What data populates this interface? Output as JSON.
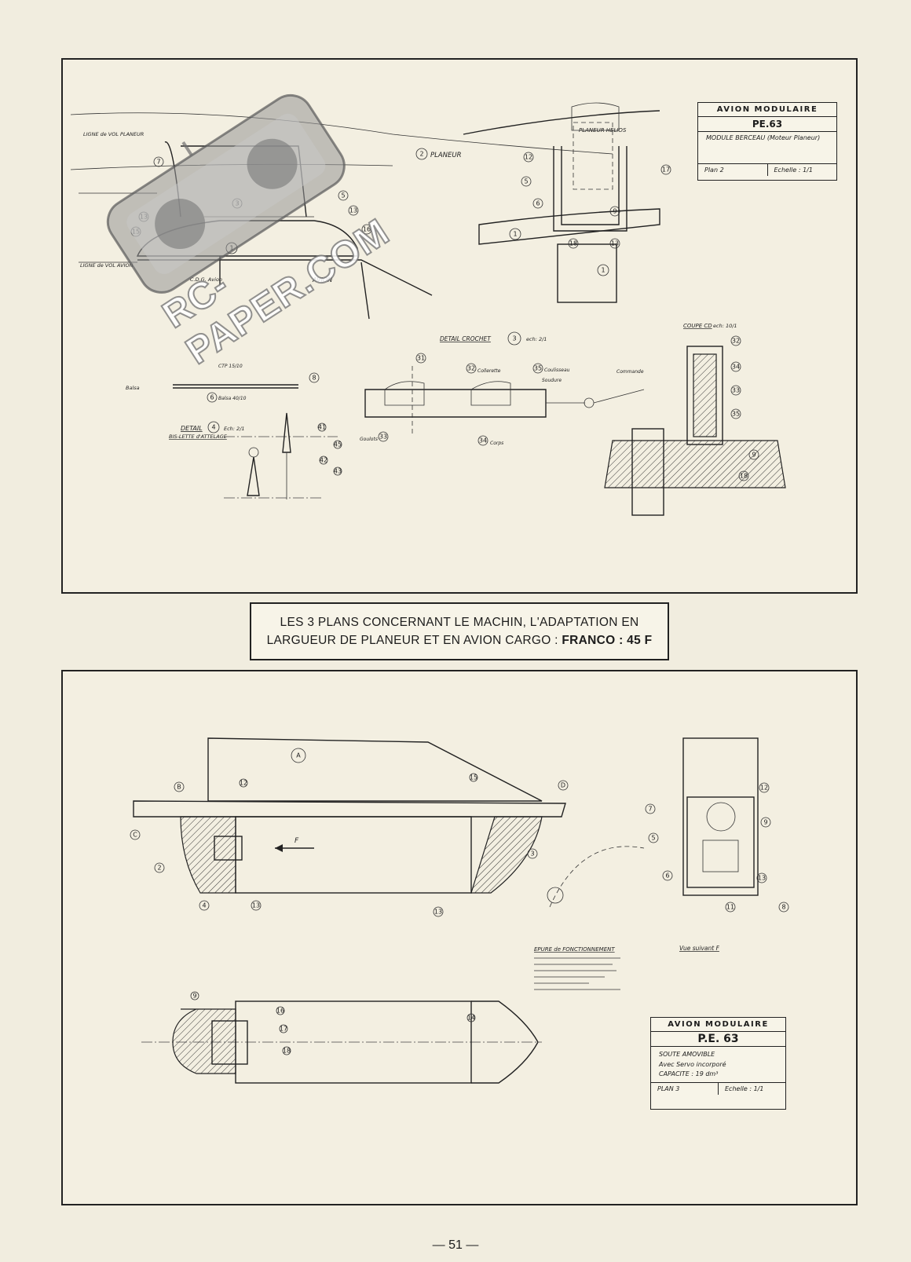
{
  "plan_top": {
    "title_block": {
      "heading": "AVION MODULAIRE",
      "code": "PE.63",
      "description": "MODULE BERCEAU (Moteur Planeur)",
      "plan_label": "Plan 2",
      "scale_label": "Echelle : 1/1"
    },
    "labels": {
      "planeur": "PLANEUR",
      "planeur_helios": "PLANEUR HELIOS",
      "avion": "AVION",
      "ligne_vol_planeur": "LIGNE de VOL PLANEUR",
      "ligne_vol_avion": "LIGNE de VOL AVION",
      "cdg_avion": "C.D.G. Avion",
      "detail_crochet": "DETAIL CROCHET",
      "detail_crochet_scale": "ech: 2/1",
      "detail_bis_title": "DETAIL",
      "detail_bis_sub": "BIS-LETTE d'ATTELAGE",
      "detail_bis_scale": "Ech: 2/1",
      "coupe_cd": "COUPE CD",
      "coupe_cd_scale": "ech: 10/1",
      "collerette": "Collerette",
      "coulisseau": "Coulisseau",
      "soudure": "Soudure",
      "commande": "Commande",
      "goulots": "Goulots",
      "corps": "Corps",
      "balsa": "Balsa",
      "baguette": "Balsa 40/10",
      "ctp": "CTP 15/10"
    },
    "callouts": {
      "planeur_num": "2",
      "avion_num": "1",
      "crochet_num": "3",
      "bis_num": "4"
    }
  },
  "notice": {
    "line1": "LES 3 PLANS CONCERNANT LE MACHIN, L'ADAPTATION EN",
    "line2_prefix": "LARGUEUR DE PLANEUR ET EN AVION CARGO : ",
    "line2_bold": "FRANCO : 45 F"
  },
  "plan_bottom": {
    "title_block": {
      "heading": "AVION MODULAIRE",
      "code": "P.E. 63",
      "line1": "SOUTE AMOVIBLE",
      "line2": "Avec Servo incorporé",
      "line3": "CAPACITE : 19 dm³",
      "plan_label": "PLAN 3",
      "scale_label": "Echelle : 1/1"
    },
    "labels": {
      "part_a": "A",
      "part_b": "B",
      "part_c": "C",
      "part_d": "D",
      "arrow_f": "F",
      "vue_suivant": "Vue suivant F",
      "epure_title": "EPURE de FONCTIONNEMENT"
    }
  },
  "watermark": "RC-PAPER.COM",
  "page_number": "— 51 —"
}
